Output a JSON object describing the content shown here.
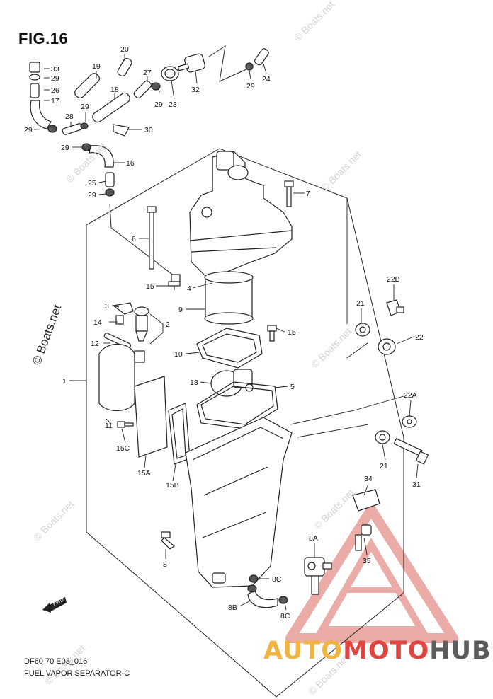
{
  "figure": {
    "title": "FIG.16",
    "code": "DF60 70 E03_016",
    "name": "FUEL VAPOR SEPARATOR-C"
  },
  "fwd_label": "FWD",
  "watermark": "© Boats.net",
  "logo": {
    "part1": "AUTO",
    "part2": "MOTO",
    "part3": "HUB",
    "colors": [
      "#f2b441",
      "#e0453f",
      "#5b5b5b"
    ]
  },
  "callouts": {
    "n1": "1",
    "n2": "2",
    "n3": "3",
    "n4": "4",
    "n5": "5",
    "n6": "6",
    "n7": "7",
    "n8": "8",
    "n8A": "8A",
    "n8B": "8B",
    "n8C_top": "8C",
    "n8C_bottom": "8C",
    "n9": "9",
    "n10": "10",
    "n11": "11",
    "n12": "12",
    "n13": "13",
    "n14": "14",
    "n15_left": "15",
    "n15_right": "15",
    "n15A": "15A",
    "n15B": "15B",
    "n15C": "15C",
    "n16": "16",
    "n17": "17",
    "n18": "18",
    "n19": "19",
    "n20": "20",
    "n21_top": "21",
    "n21_bottom": "21",
    "n22": "22",
    "n22A": "22A",
    "n22B": "22B",
    "n23": "23",
    "n24": "24",
    "n25": "25",
    "n26": "26",
    "n27": "27",
    "n28": "28",
    "n29_a": "29",
    "n29_b": "29",
    "n29_c": "29",
    "n29_d": "29",
    "n29_e": "29",
    "n29_f": "29",
    "n29_g": "29",
    "n30": "30",
    "n31": "31",
    "n32": "32",
    "n33": "33",
    "n34": "34",
    "n35": "35"
  }
}
